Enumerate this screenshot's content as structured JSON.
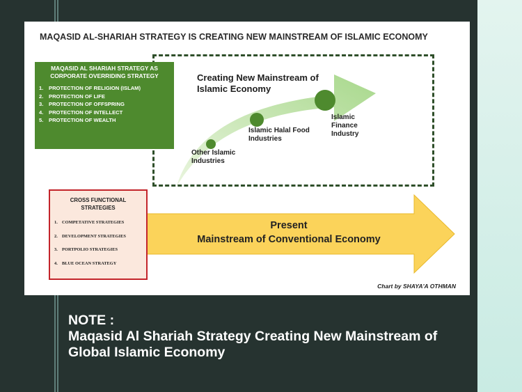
{
  "title": "MAQASID AL-SHARIAH STRATEGY IS CREATING NEW MAINSTREAM OF ISLAMIC ECONOMY",
  "overriding_strategy": {
    "title": "MAQASID AL SHARIAH STRATEGY AS CORPORATE OVERRIDING STRATEGY",
    "items": [
      {
        "num": "1.",
        "text": "PROTECTION OF RELIGION (ISLAM)"
      },
      {
        "num": "2.",
        "text": "PROTECTION OF LIFE"
      },
      {
        "num": "3.",
        "text": "PROTECTION OF OFFSPRING"
      },
      {
        "num": "4.",
        "text": "PROTECTION OF INTELLECT"
      },
      {
        "num": "5.",
        "text": "PROTECTION OF WEALTH"
      }
    ]
  },
  "new_mainstream": {
    "heading": "Creating New Mainstream of Islamic Economy",
    "nodes": [
      {
        "label": "Other Islamic Industries"
      },
      {
        "label": "Islamic Halal Food Industries"
      },
      {
        "label": "Islamic Finance Industry"
      }
    ]
  },
  "present_arrow": {
    "line1": "Present",
    "line2": "Mainstream of Conventional Economy"
  },
  "cross_functional": {
    "title": "CROSS FUNCTIONAL STRATEGIES",
    "items": [
      {
        "num": "1.",
        "text": "COMPETATIVE STRATEGIES"
      },
      {
        "num": "2.",
        "text": "DEVELOPMENT STRATEGIES"
      },
      {
        "num": "3.",
        "text": "PORTPOLIO STRATEGIES"
      },
      {
        "num": "4.",
        "text": "BLUE OCEAN STRATEGY"
      }
    ]
  },
  "credit": "Chart by SHAYA'A OTHMAN",
  "note": {
    "label": "NOTE :",
    "text": "Maqasid Al Shariah Strategy Creating New Mainstream of Global Islamic Economy"
  },
  "colors": {
    "overriding_green": "#4e8a2e",
    "present_yellow": "#fbd35a",
    "cross_border_red": "#c3242a",
    "dashed_border": "#2f4f2a",
    "background": "#263330"
  }
}
